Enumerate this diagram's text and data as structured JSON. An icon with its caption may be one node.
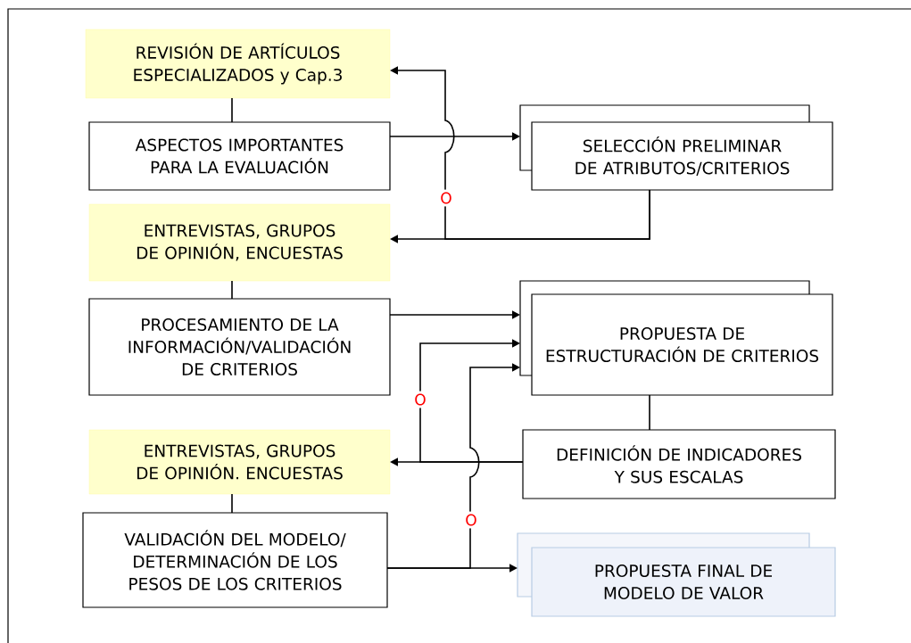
{
  "diagram": {
    "nodes": [
      {
        "text": [
          "REVISIÓN DE ARTÍCULOS ESPECIALIZADOS y Cap.3"
        ]
      },
      {
        "text": [
          "ASPECTOS IMPORTANTES PARA LA EVALUACIÓN"
        ]
      },
      {
        "text": [
          "SELECCIÓN PRELIMINAR DE ATRIBUTOS/CRITERIOS"
        ]
      },
      {
        "text": [
          "ENTREVISTAS, GRUPOS DE OPINIÓN, ENCUESTAS"
        ]
      },
      {
        "text": [
          "PROCESAMIENTO DE LA INFORMACIÓN/VALIDACIÓN DE CRITERIOS"
        ]
      },
      {
        "text": [
          "PROPUESTA DE ESTRUCTURACIÓN DE CRITERIOS"
        ]
      },
      {
        "text": [
          "ENTREVISTAS, GRUPOS DE OPINIÓN. ENCUESTAS"
        ]
      },
      {
        "text": [
          "DEFINICIÓN DE INDICADORES Y SUS ESCALAS"
        ]
      },
      {
        "text": [
          "VALIDACIÓN DEL MODELO/ DETERMINACIÓN DE LOS PESOS DE LOS CRITERIOS"
        ]
      },
      {
        "text": [
          "PROPUESTA FINAL DE MODELO DE VALOR"
        ]
      }
    ],
    "edges": [
      {
        "from": 0,
        "to": 1,
        "arrow": "none"
      },
      {
        "from": 1,
        "to": 2,
        "arrow": "to"
      },
      {
        "from": 2,
        "to": 3,
        "arrow": "to"
      },
      {
        "from": 2,
        "to": 0,
        "arrow": "to",
        "label": "O"
      },
      {
        "from": 3,
        "to": 4,
        "arrow": "none"
      },
      {
        "from": 4,
        "to": 5,
        "arrow": "to"
      },
      {
        "from": 5,
        "to": 7,
        "arrow": "none"
      },
      {
        "from": 7,
        "to": 6,
        "arrow": "to"
      },
      {
        "from": 7,
        "to": 5,
        "arrow": "to",
        "label": "O"
      },
      {
        "from": 6,
        "to": 8,
        "arrow": "none"
      },
      {
        "from": 8,
        "to": 9,
        "arrow": "to"
      },
      {
        "from": 8,
        "to": 5,
        "arrow": "to",
        "label": "O"
      }
    ]
  }
}
